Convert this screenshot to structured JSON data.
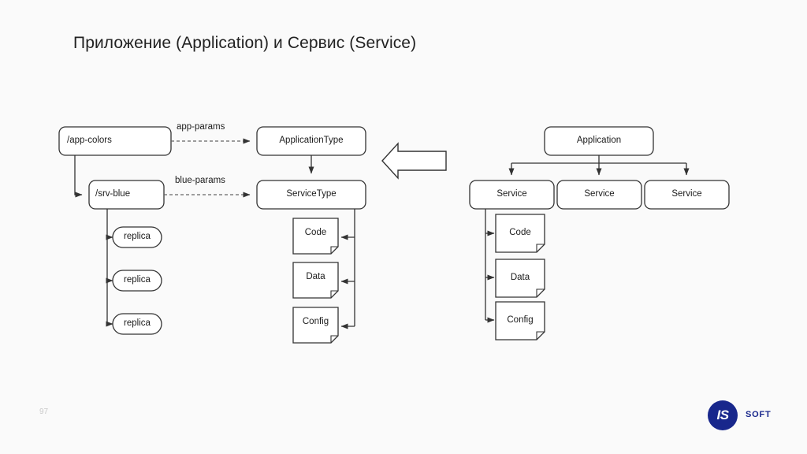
{
  "slide": {
    "title": "Приложение (Application) и Сервис (Service)",
    "page_number": "97",
    "background_color": "#fafafa",
    "title_color": "#222222"
  },
  "logo": {
    "mark": "IS",
    "word": "SOFT",
    "color": "#18278c"
  },
  "diagram": {
    "left_group": {
      "nodes": [
        {
          "id": "app-colors",
          "label": "/app-colors",
          "shape": "rounded-rect",
          "align": "left"
        },
        {
          "id": "srv-blue",
          "label": "/srv-blue",
          "shape": "rounded-rect",
          "align": "left"
        },
        {
          "id": "application-type",
          "label": "ApplicationType",
          "shape": "rounded-rect",
          "align": "center"
        },
        {
          "id": "service-type",
          "label": "ServiceType",
          "shape": "rounded-rect",
          "align": "center"
        },
        {
          "id": "replica-1",
          "label": "replica",
          "shape": "pill",
          "align": "center"
        },
        {
          "id": "replica-2",
          "label": "replica",
          "shape": "pill",
          "align": "center"
        },
        {
          "id": "replica-3",
          "label": "replica",
          "shape": "pill",
          "align": "center"
        },
        {
          "id": "left-code",
          "label": "Code",
          "shape": "document",
          "align": "center"
        },
        {
          "id": "left-data",
          "label": "Data",
          "shape": "document",
          "align": "center"
        },
        {
          "id": "left-config",
          "label": "Config",
          "shape": "document",
          "align": "center"
        }
      ],
      "edge_labels": [
        {
          "id": "app-params",
          "label": "app-params",
          "style": "dashed"
        },
        {
          "id": "blue-params",
          "label": "blue-params",
          "style": "dashed"
        }
      ]
    },
    "right_group": {
      "nodes": [
        {
          "id": "application",
          "label": "Application",
          "shape": "rounded-rect",
          "align": "center"
        },
        {
          "id": "service-1",
          "label": "Service",
          "shape": "rounded-rect",
          "align": "center"
        },
        {
          "id": "service-2",
          "label": "Service",
          "shape": "rounded-rect",
          "align": "center"
        },
        {
          "id": "service-3",
          "label": "Service",
          "shape": "rounded-rect",
          "align": "center"
        },
        {
          "id": "right-code",
          "label": "Code",
          "shape": "document",
          "align": "center"
        },
        {
          "id": "right-data",
          "label": "Data",
          "shape": "document",
          "align": "center"
        },
        {
          "id": "right-config",
          "label": "Config",
          "shape": "document",
          "align": "center"
        }
      ]
    },
    "transform_arrow": {
      "direction": "left",
      "style": "outline"
    },
    "stroke_color": "#333333"
  }
}
